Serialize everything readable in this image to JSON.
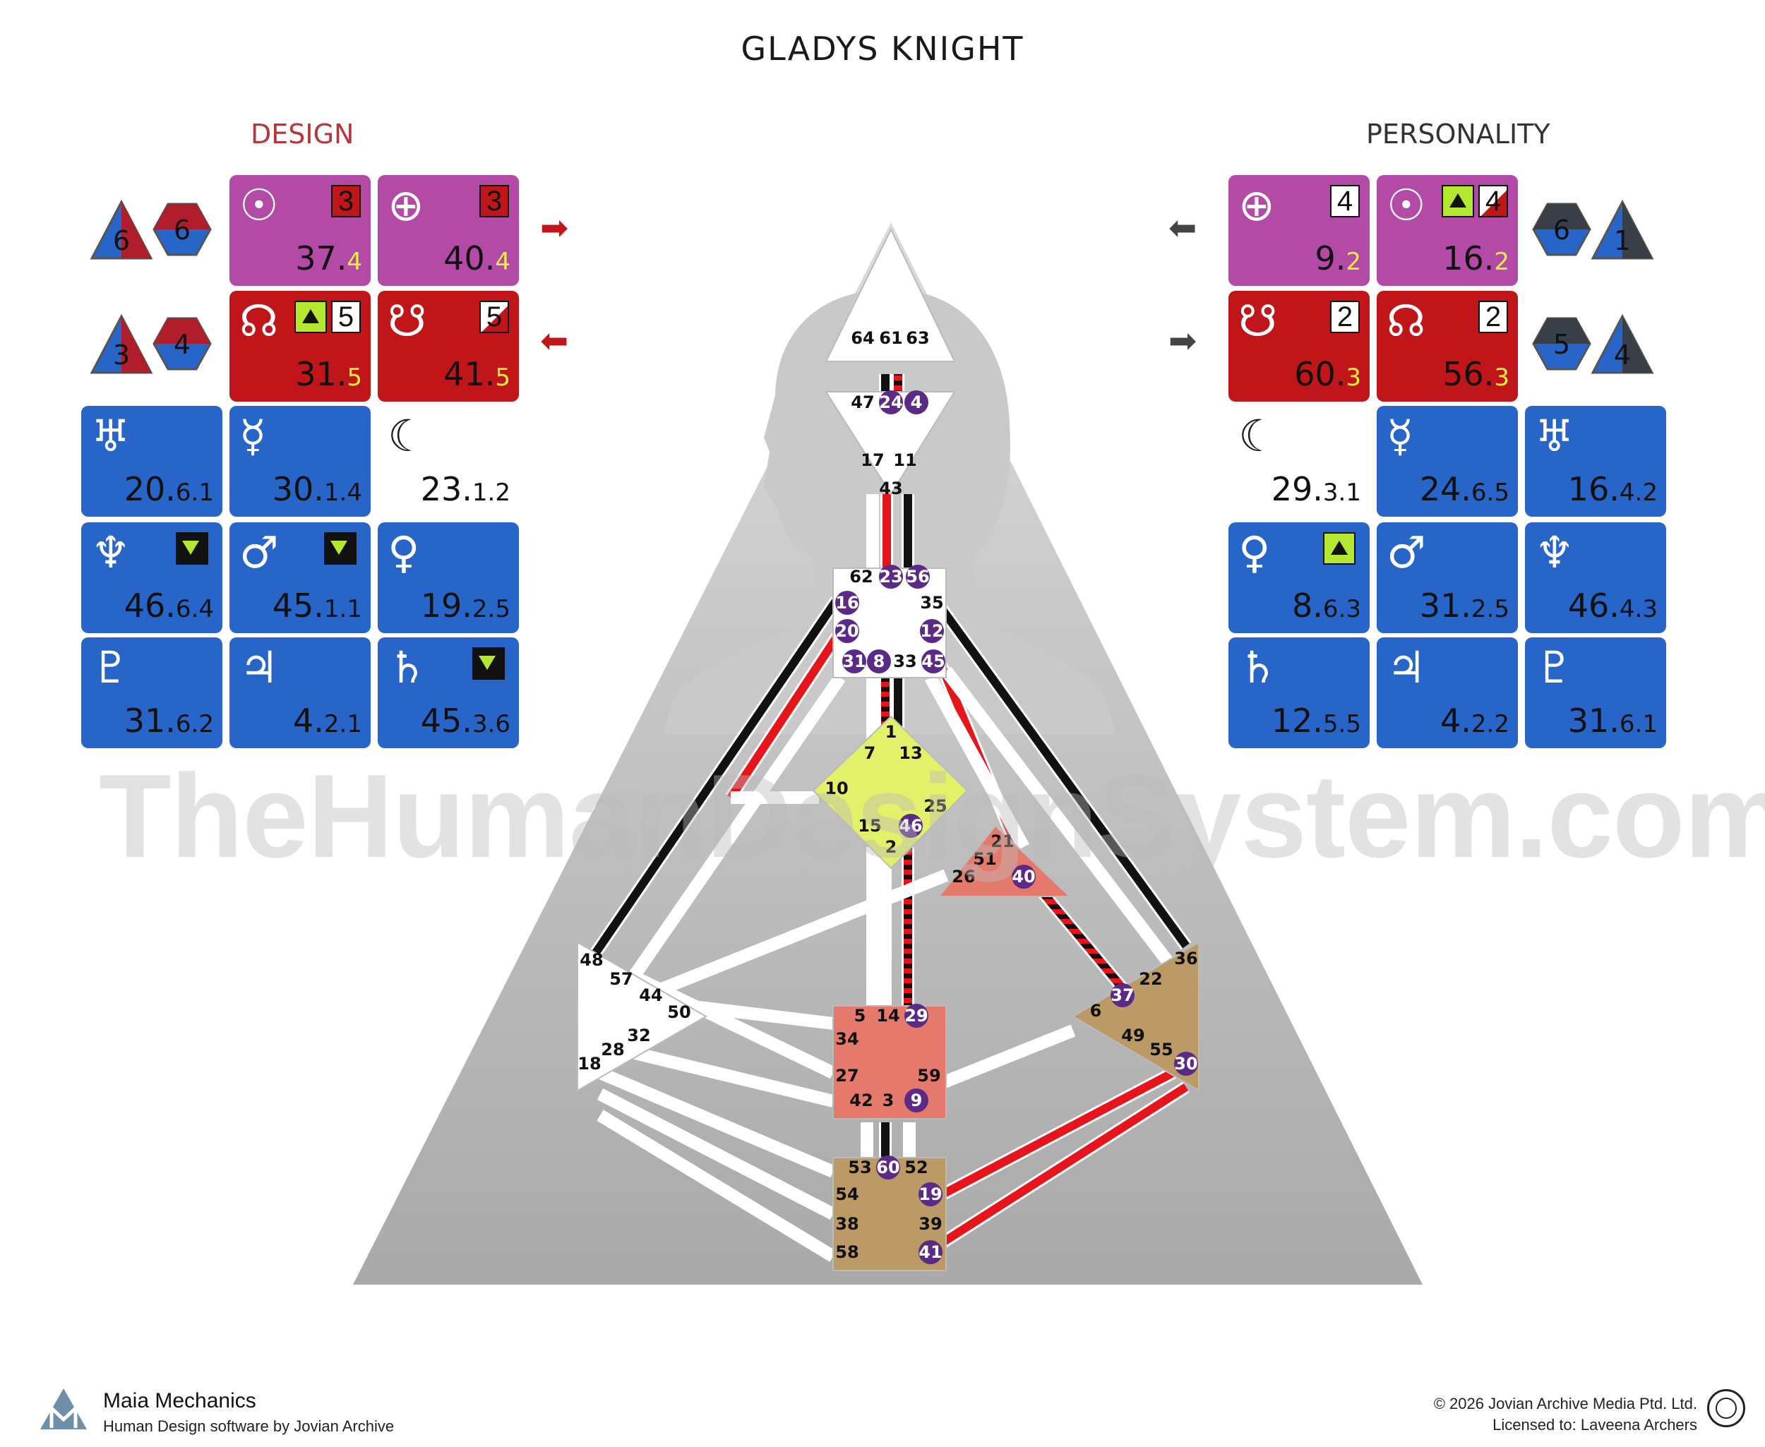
{
  "title": "GLADYS KNIGHT",
  "design_label": "DESIGN",
  "personality_label": "PERSONALITY",
  "watermark": "TheHumanDesignSystem.com",
  "design": {
    "mini_shapes": [
      {
        "row": "top",
        "tri": "6",
        "hex": "6"
      },
      {
        "row": "nodes",
        "tri": "3",
        "hex": "4"
      }
    ],
    "tiles": [
      {
        "key": "sun",
        "symbol": "☉",
        "color": "magenta",
        "main": "37.",
        "sub": "4",
        "box": "3",
        "mark": ""
      },
      {
        "key": "earth",
        "symbol": "⊕",
        "color": "magenta",
        "main": "40.",
        "sub": "4",
        "box": "3",
        "mark": ""
      },
      {
        "key": "north-node",
        "symbol": "☊",
        "color": "red",
        "main": "31.",
        "sub": "5",
        "box": "5",
        "mark": "up"
      },
      {
        "key": "south-node",
        "symbol": "☋",
        "color": "red",
        "main": "41.",
        "sub": "5",
        "box": "5",
        "mark": ""
      },
      {
        "key": "uranus",
        "symbol": "♅",
        "color": "blue",
        "main": "20.",
        "sub": "6.1",
        "box": "",
        "mark": ""
      },
      {
        "key": "mercury",
        "symbol": "☿",
        "color": "blue",
        "main": "30.",
        "sub": "1.4",
        "box": "",
        "mark": ""
      },
      {
        "key": "moon",
        "symbol": "☾",
        "color": "plain",
        "main": "23.",
        "sub": "1.2",
        "box": "",
        "mark": ""
      },
      {
        "key": "neptune",
        "symbol": "♆",
        "color": "blue",
        "main": "46.",
        "sub": "6.4",
        "box": "",
        "mark": "down"
      },
      {
        "key": "mars",
        "symbol": "♂",
        "color": "blue",
        "main": "45.",
        "sub": "1.1",
        "box": "",
        "mark": "down"
      },
      {
        "key": "venus",
        "symbol": "♀",
        "color": "blue",
        "main": "19.",
        "sub": "2.5",
        "box": "",
        "mark": ""
      },
      {
        "key": "pluto",
        "symbol": "♇",
        "color": "blue",
        "main": "31.",
        "sub": "6.2",
        "box": "",
        "mark": ""
      },
      {
        "key": "jupiter",
        "symbol": "♃",
        "color": "blue",
        "main": "4.",
        "sub": "2.1",
        "box": "",
        "mark": ""
      },
      {
        "key": "saturn",
        "symbol": "♄",
        "color": "blue",
        "main": "45.",
        "sub": "3.6",
        "box": "",
        "mark": "down"
      }
    ]
  },
  "personality": {
    "mini_shapes": [
      {
        "row": "top",
        "tri": "1",
        "hex": "6"
      },
      {
        "row": "nodes",
        "tri": "4",
        "hex": "5"
      }
    ],
    "tiles": [
      {
        "key": "earth",
        "symbol": "⊕",
        "color": "magenta",
        "main": "9.",
        "sub": "2",
        "box": "4",
        "mark": ""
      },
      {
        "key": "sun",
        "symbol": "☉",
        "color": "magenta",
        "main": "16.",
        "sub": "2",
        "box": "4",
        "mark": "up"
      },
      {
        "key": "south-node",
        "symbol": "☋",
        "color": "red",
        "main": "60.",
        "sub": "3",
        "box": "2",
        "mark": ""
      },
      {
        "key": "north-node",
        "symbol": "☊",
        "color": "red",
        "main": "56.",
        "sub": "3",
        "box": "2",
        "mark": ""
      },
      {
        "key": "moon",
        "symbol": "☾",
        "color": "plain",
        "main": "29.",
        "sub": "3.1",
        "box": "",
        "mark": ""
      },
      {
        "key": "mercury",
        "symbol": "☿",
        "color": "blue",
        "main": "24.",
        "sub": "6.5",
        "box": "",
        "mark": ""
      },
      {
        "key": "uranus",
        "symbol": "♅",
        "color": "blue",
        "main": "16.",
        "sub": "4.2",
        "box": "",
        "mark": ""
      },
      {
        "key": "venus",
        "symbol": "♀",
        "color": "blue",
        "main": "8.",
        "sub": "6.3",
        "box": "",
        "mark": "up"
      },
      {
        "key": "mars",
        "symbol": "♂",
        "color": "blue",
        "main": "31.",
        "sub": "2.5",
        "box": "",
        "mark": ""
      },
      {
        "key": "neptune",
        "symbol": "♆",
        "color": "blue",
        "main": "46.",
        "sub": "4.3",
        "box": "",
        "mark": ""
      },
      {
        "key": "saturn",
        "symbol": "♄",
        "color": "blue",
        "main": "12.",
        "sub": "5.5",
        "box": "",
        "mark": ""
      },
      {
        "key": "jupiter",
        "symbol": "♃",
        "color": "blue",
        "main": "4.",
        "sub": "2.2",
        "box": "",
        "mark": ""
      },
      {
        "key": "pluto",
        "symbol": "♇",
        "color": "blue",
        "main": "31.",
        "sub": "6.1",
        "box": "",
        "mark": ""
      }
    ]
  },
  "bodygraph": {
    "colors": {
      "design": "#e8141b",
      "personality": "#111111",
      "center_head": "#ffffff",
      "center_g": "#e3f06a",
      "center_sacral": "#e57a6c",
      "center_ego": "#e57a6c",
      "center_root": "#bb9a66",
      "center_sp": "#bb9a66",
      "activated_gate": "#5b2a86"
    },
    "centers": {
      "head": [
        "64",
        "61",
        "63"
      ],
      "ajna": [
        "47",
        "24",
        "4",
        "17",
        "11",
        "43"
      ],
      "throat": [
        "62",
        "23",
        "56",
        "16",
        "35",
        "20",
        "12",
        "31",
        "8",
        "33",
        "45"
      ],
      "g": [
        "1",
        "7",
        "13",
        "10",
        "25",
        "15",
        "46",
        "2"
      ],
      "ego": [
        "21",
        "51",
        "26",
        "40"
      ],
      "spleen": [
        "48",
        "57",
        "44",
        "50",
        "32",
        "28",
        "18"
      ],
      "sacral": [
        "5",
        "14",
        "29",
        "34",
        "27",
        "59",
        "42",
        "3",
        "9"
      ],
      "solar_plexus": [
        "36",
        "37",
        "22",
        "6",
        "49",
        "55",
        "30"
      ],
      "root": [
        "53",
        "60",
        "52",
        "54",
        "19",
        "38",
        "39",
        "58",
        "41"
      ]
    },
    "activated": [
      "24",
      "4",
      "23",
      "56",
      "16",
      "20",
      "12",
      "31",
      "8",
      "45",
      "46",
      "40",
      "37",
      "30",
      "29",
      "9",
      "60",
      "19",
      "41"
    ]
  },
  "footer": {
    "brand": "Maia Mechanics",
    "brand_sub": "Human Design software by Jovian Archive",
    "copyright": "© 2026 Jovian Archive Media Ptd. Ltd.",
    "license": "Licensed to: Laveena Archers"
  }
}
